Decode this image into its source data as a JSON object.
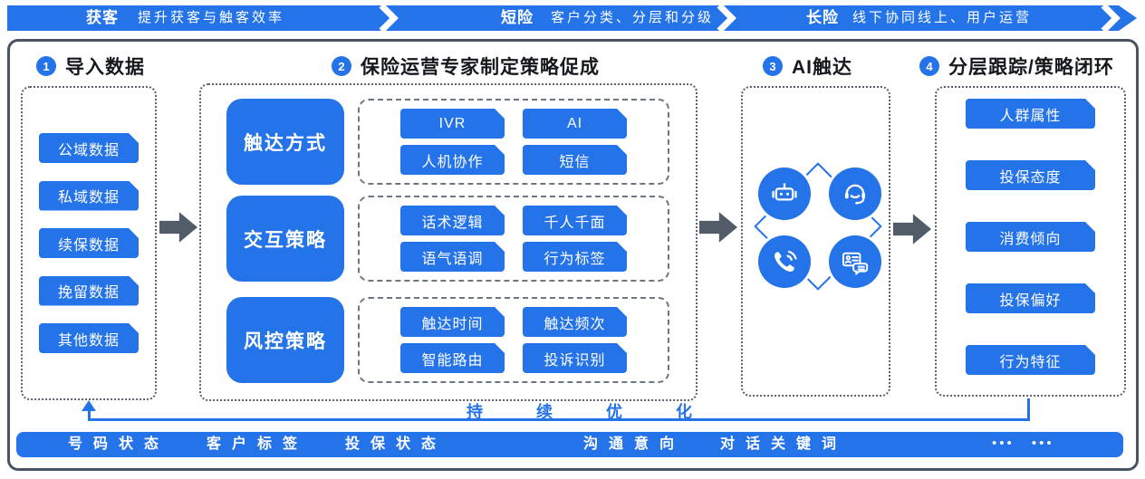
{
  "colors": {
    "accent_blue": "#2473E9",
    "slate_border": "#4A5361",
    "arrow_gray": "#525C69"
  },
  "banner": {
    "segments": [
      {
        "title": "获客",
        "subtitle": "提升获客与触客效率"
      },
      {
        "title": "短险",
        "subtitle": "客户分类、分层和分级"
      },
      {
        "title": "长险",
        "subtitle": "线下协同线上、用户运营"
      }
    ]
  },
  "sections": {
    "s1": {
      "num": "1",
      "title": "导入数据",
      "items": [
        "公域数据",
        "私域数据",
        "续保数据",
        "挽留数据",
        "其他数据"
      ]
    },
    "s2": {
      "num": "2",
      "title": "保险运营专家制定策略促成",
      "groups": [
        {
          "label": "触达方式",
          "chips": [
            "IVR",
            "AI",
            "人机协作",
            "短信"
          ]
        },
        {
          "label": "交互策略",
          "chips": [
            "话术逻辑",
            "千人千面",
            "语气语调",
            "行为标签"
          ]
        },
        {
          "label": "风控策略",
          "chips": [
            "触达时间",
            "触达频次",
            "智能路由",
            "投诉识别"
          ]
        }
      ]
    },
    "s3": {
      "num": "3",
      "title": "AI触达",
      "icons": [
        "robot-icon",
        "agent-headset-icon",
        "phone-call-icon",
        "chat-card-icon"
      ]
    },
    "s4": {
      "num": "4",
      "title": "分层跟踪/策略闭环",
      "items": [
        "人群属性",
        "投保态度",
        "消费倾向",
        "投保偏好",
        "行为特征"
      ]
    }
  },
  "feedback_label": "持续优化",
  "bottom_bar": {
    "items": [
      "号码状态",
      "客户标签",
      "投保状态",
      "沟通意向",
      "对话关键词"
    ],
    "more": "•••  •••"
  }
}
